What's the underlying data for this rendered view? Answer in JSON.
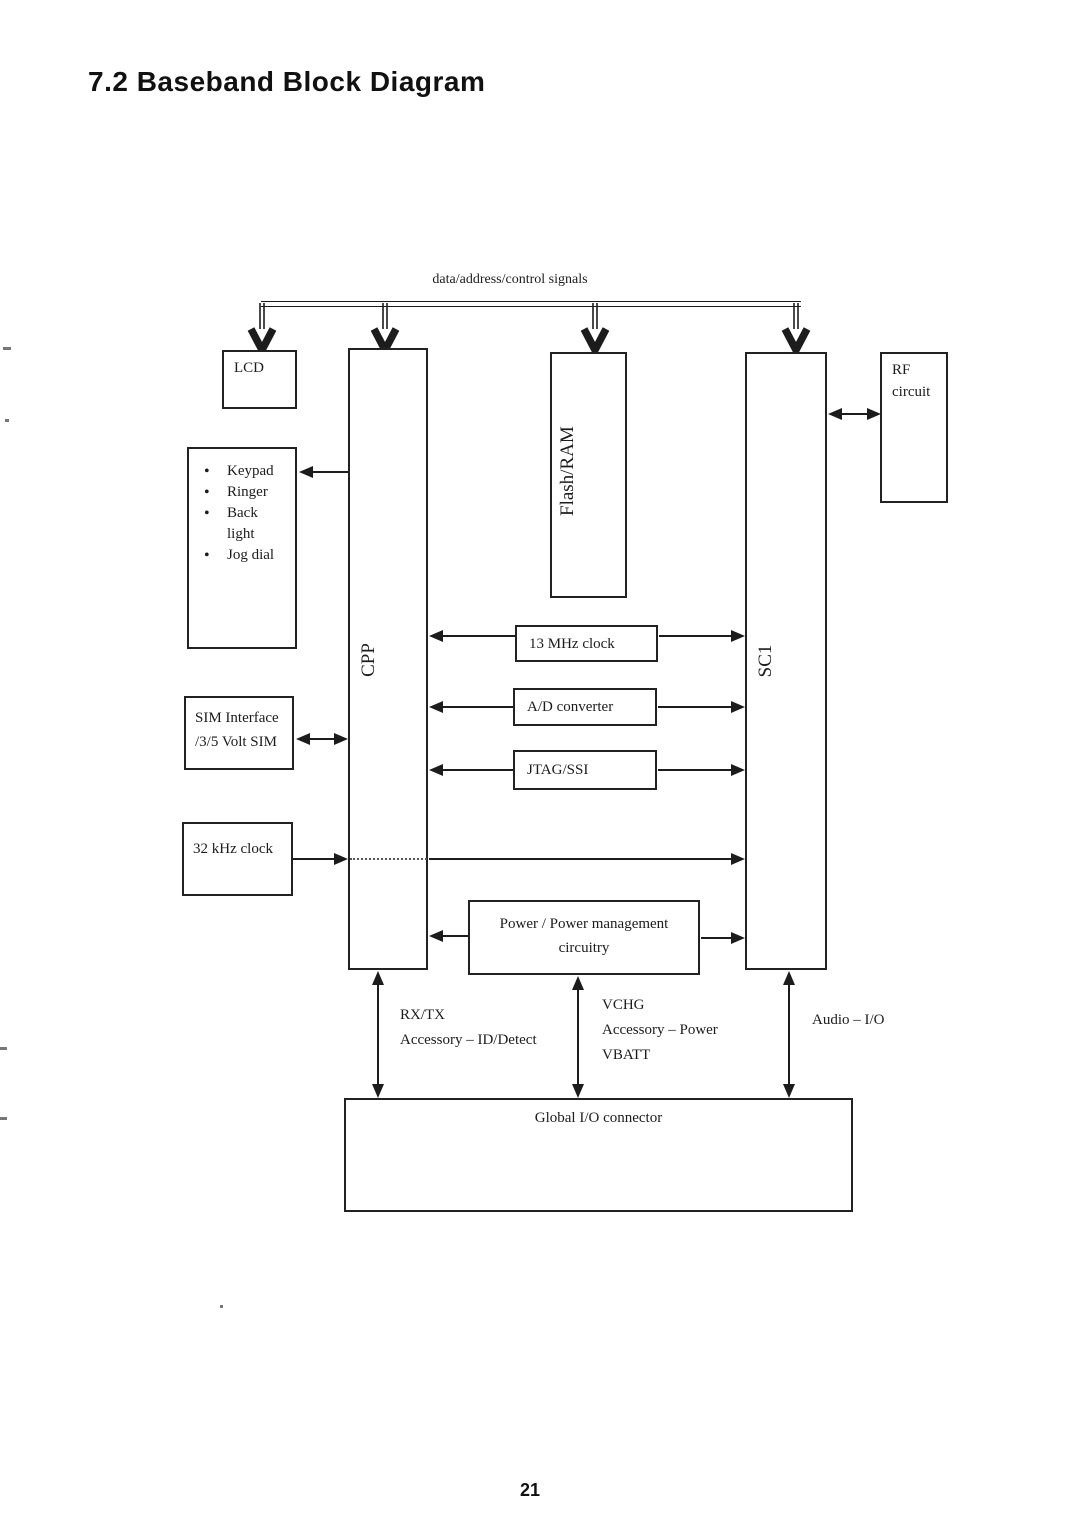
{
  "page": {
    "title": "7.2 Baseband Block Diagram",
    "number": "21"
  },
  "colors": {
    "ink": "#1c1c1c",
    "paper": "#ffffff"
  },
  "diagram": {
    "bus_label": "data/address/control signals",
    "blocks": {
      "lcd": {
        "label": "LCD"
      },
      "peripherals": {
        "items": [
          "Keypad",
          "Ringer",
          "Back light",
          "Jog dial"
        ]
      },
      "cpp": {
        "label": "CPP"
      },
      "flash_ram": {
        "label": "Flash/RAM"
      },
      "sc1": {
        "label": "SC1"
      },
      "rf_circuit": {
        "lines": [
          "RF",
          "circuit"
        ]
      },
      "clock_13mhz": {
        "label": "13 MHz clock"
      },
      "ad_converter": {
        "label": "A/D converter"
      },
      "jtag_ssi": {
        "label": "JTAG/SSI"
      },
      "sim_interface": {
        "lines": [
          "SIM Interface",
          "/3/5 Volt SIM"
        ]
      },
      "clock_32khz": {
        "label": "32 kHz clock"
      },
      "power_mgmt": {
        "lines": [
          "Power / Power management",
          "circuitry"
        ]
      },
      "global_io": {
        "label": "Global I/O connector"
      }
    },
    "signal_labels": {
      "rxtx": {
        "lines": [
          "RX/TX",
          "Accessory – ID/Detect"
        ]
      },
      "vchg": {
        "lines": [
          "VCHG",
          "Accessory – Power",
          "VBATT"
        ]
      },
      "audio": {
        "label": "Audio – I/O"
      }
    }
  }
}
